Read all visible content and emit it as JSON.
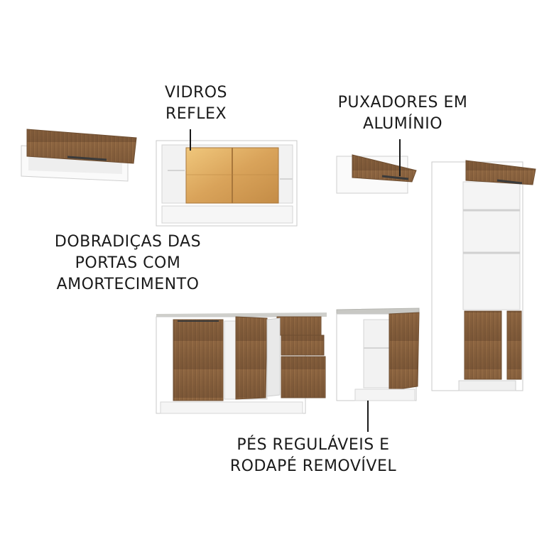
{
  "callouts": {
    "glass": [
      "VIDROS",
      "REFLEX"
    ],
    "handles": [
      "PUXADORES EM",
      "ALUMÍNIO"
    ],
    "hinges": [
      "DOBRADIÇAS DAS",
      "PORTAS COM",
      "AMORTECIMENTO"
    ],
    "feet": [
      "PÉS REGULÁVEIS E",
      "RODAPÉ REMOVÍVEL"
    ]
  },
  "colors": {
    "carcass": "#ffffff",
    "carcass_edge": "#c9c9c9",
    "wood": "#8a6440",
    "wood_dark": "#6e4e31",
    "glass": "#d9a85c",
    "countertop": "#c8c8c4",
    "handle": "#3a3a3a",
    "pointer": "#1a1a1a"
  }
}
